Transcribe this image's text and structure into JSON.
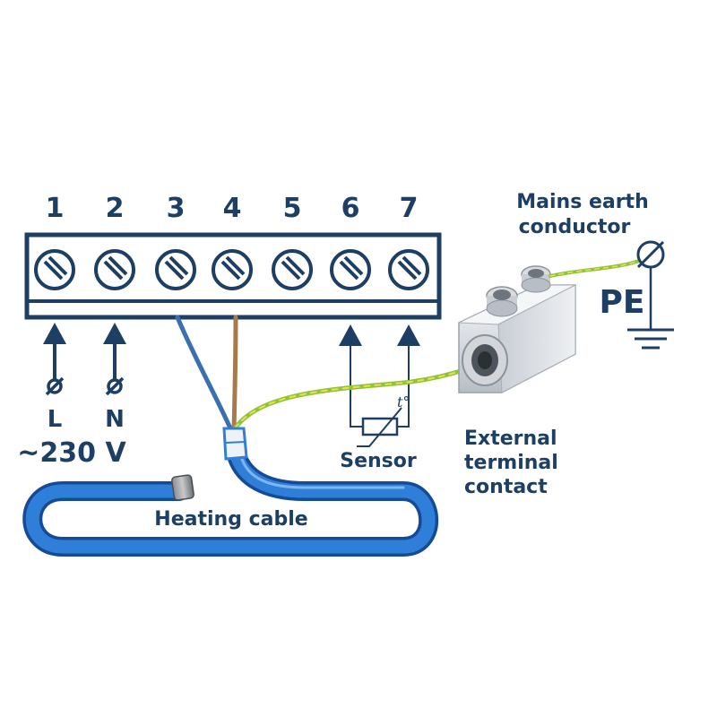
{
  "terminal_numbers": [
    "1",
    "2",
    "3",
    "4",
    "5",
    "6",
    "7"
  ],
  "supply": {
    "line_label": "L",
    "neutral_label": "N",
    "voltage_label": "~230 V"
  },
  "sensor": {
    "label": "Sensor",
    "symbol_text": "t°"
  },
  "heating_cable": {
    "label": "Heating cable"
  },
  "mains_earth": {
    "line1": "Mains earth",
    "line2": "conductor"
  },
  "pe": {
    "label": "PE"
  },
  "external_contact": {
    "line1": "External",
    "line2": "terminal",
    "line3": "contact"
  },
  "colors": {
    "primary": "#1d3f63",
    "cable_blue": "#2f7fd8",
    "cable_blue_dark": "#1a5db5",
    "earth_green": "#8fc43a",
    "earth_yellow": "#e8e24a",
    "brown_wire": "#a87a4a",
    "blue_wire": "#3a6fb0"
  }
}
